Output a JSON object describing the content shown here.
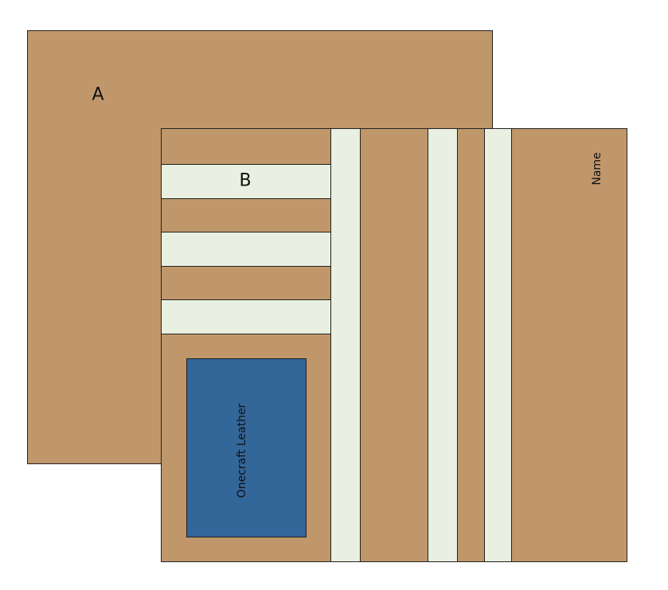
{
  "panels": {
    "a": {
      "label": "A"
    },
    "b": {
      "label": "B"
    }
  },
  "card_slot": {
    "label": "Onecraft Leather"
  },
  "name_area": {
    "label": "Name"
  },
  "colors": {
    "leather": "#c0976b",
    "pocket": "#e9f0e1",
    "brand": "#336699"
  }
}
